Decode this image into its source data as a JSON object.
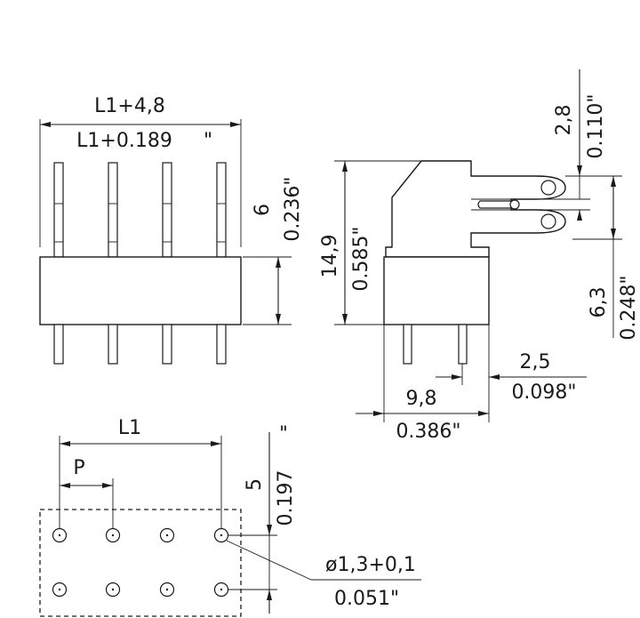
{
  "front_view": {
    "width_mm": "L1+4,8",
    "width_in": "L1+0.189",
    "width_in_unit": "\"",
    "pin_height_mm": "6",
    "pin_height_in": "0.236\""
  },
  "side_view": {
    "total_height_mm": "14,9",
    "total_height_in": "0.585\"",
    "tab_mm": "2,8",
    "tab_in": "0.110\"",
    "tab_offset_mm": "6,3",
    "tab_offset_in": "0.248\"",
    "pin_offset_mm": "2,5",
    "pin_offset_in": "0.098\"",
    "depth_mm": "9,8",
    "depth_in": "0.386\""
  },
  "footprint": {
    "length_label": "L1",
    "pitch_label": "P",
    "row_spacing_mm": "5",
    "row_spacing_in": "0.197",
    "row_spacing_in_unit": "\"",
    "hole_mm": "ø1,3+0,1",
    "hole_in": "0.051\""
  }
}
